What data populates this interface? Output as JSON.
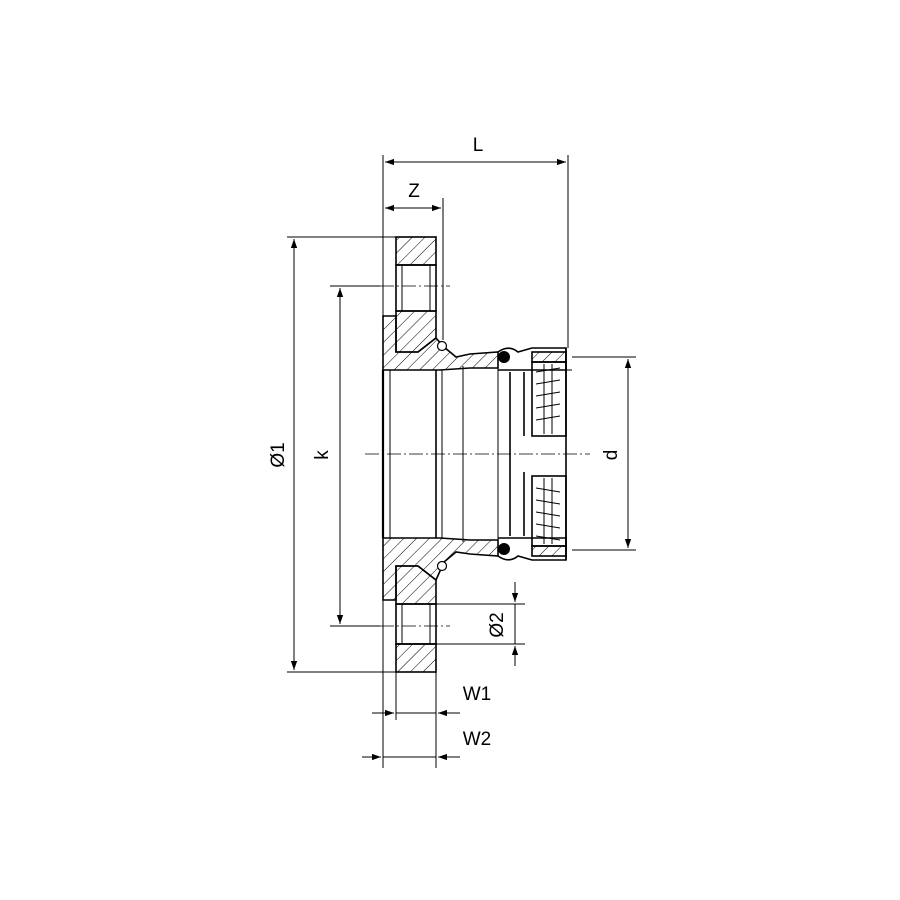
{
  "labels": {
    "L": "L",
    "Z": "Z",
    "d1": "Ø1",
    "k": "k",
    "d": "d",
    "d2": "Ø2",
    "W1": "W1",
    "W2": "W2"
  },
  "colors": {
    "line": "#000000",
    "background": "#ffffff"
  }
}
